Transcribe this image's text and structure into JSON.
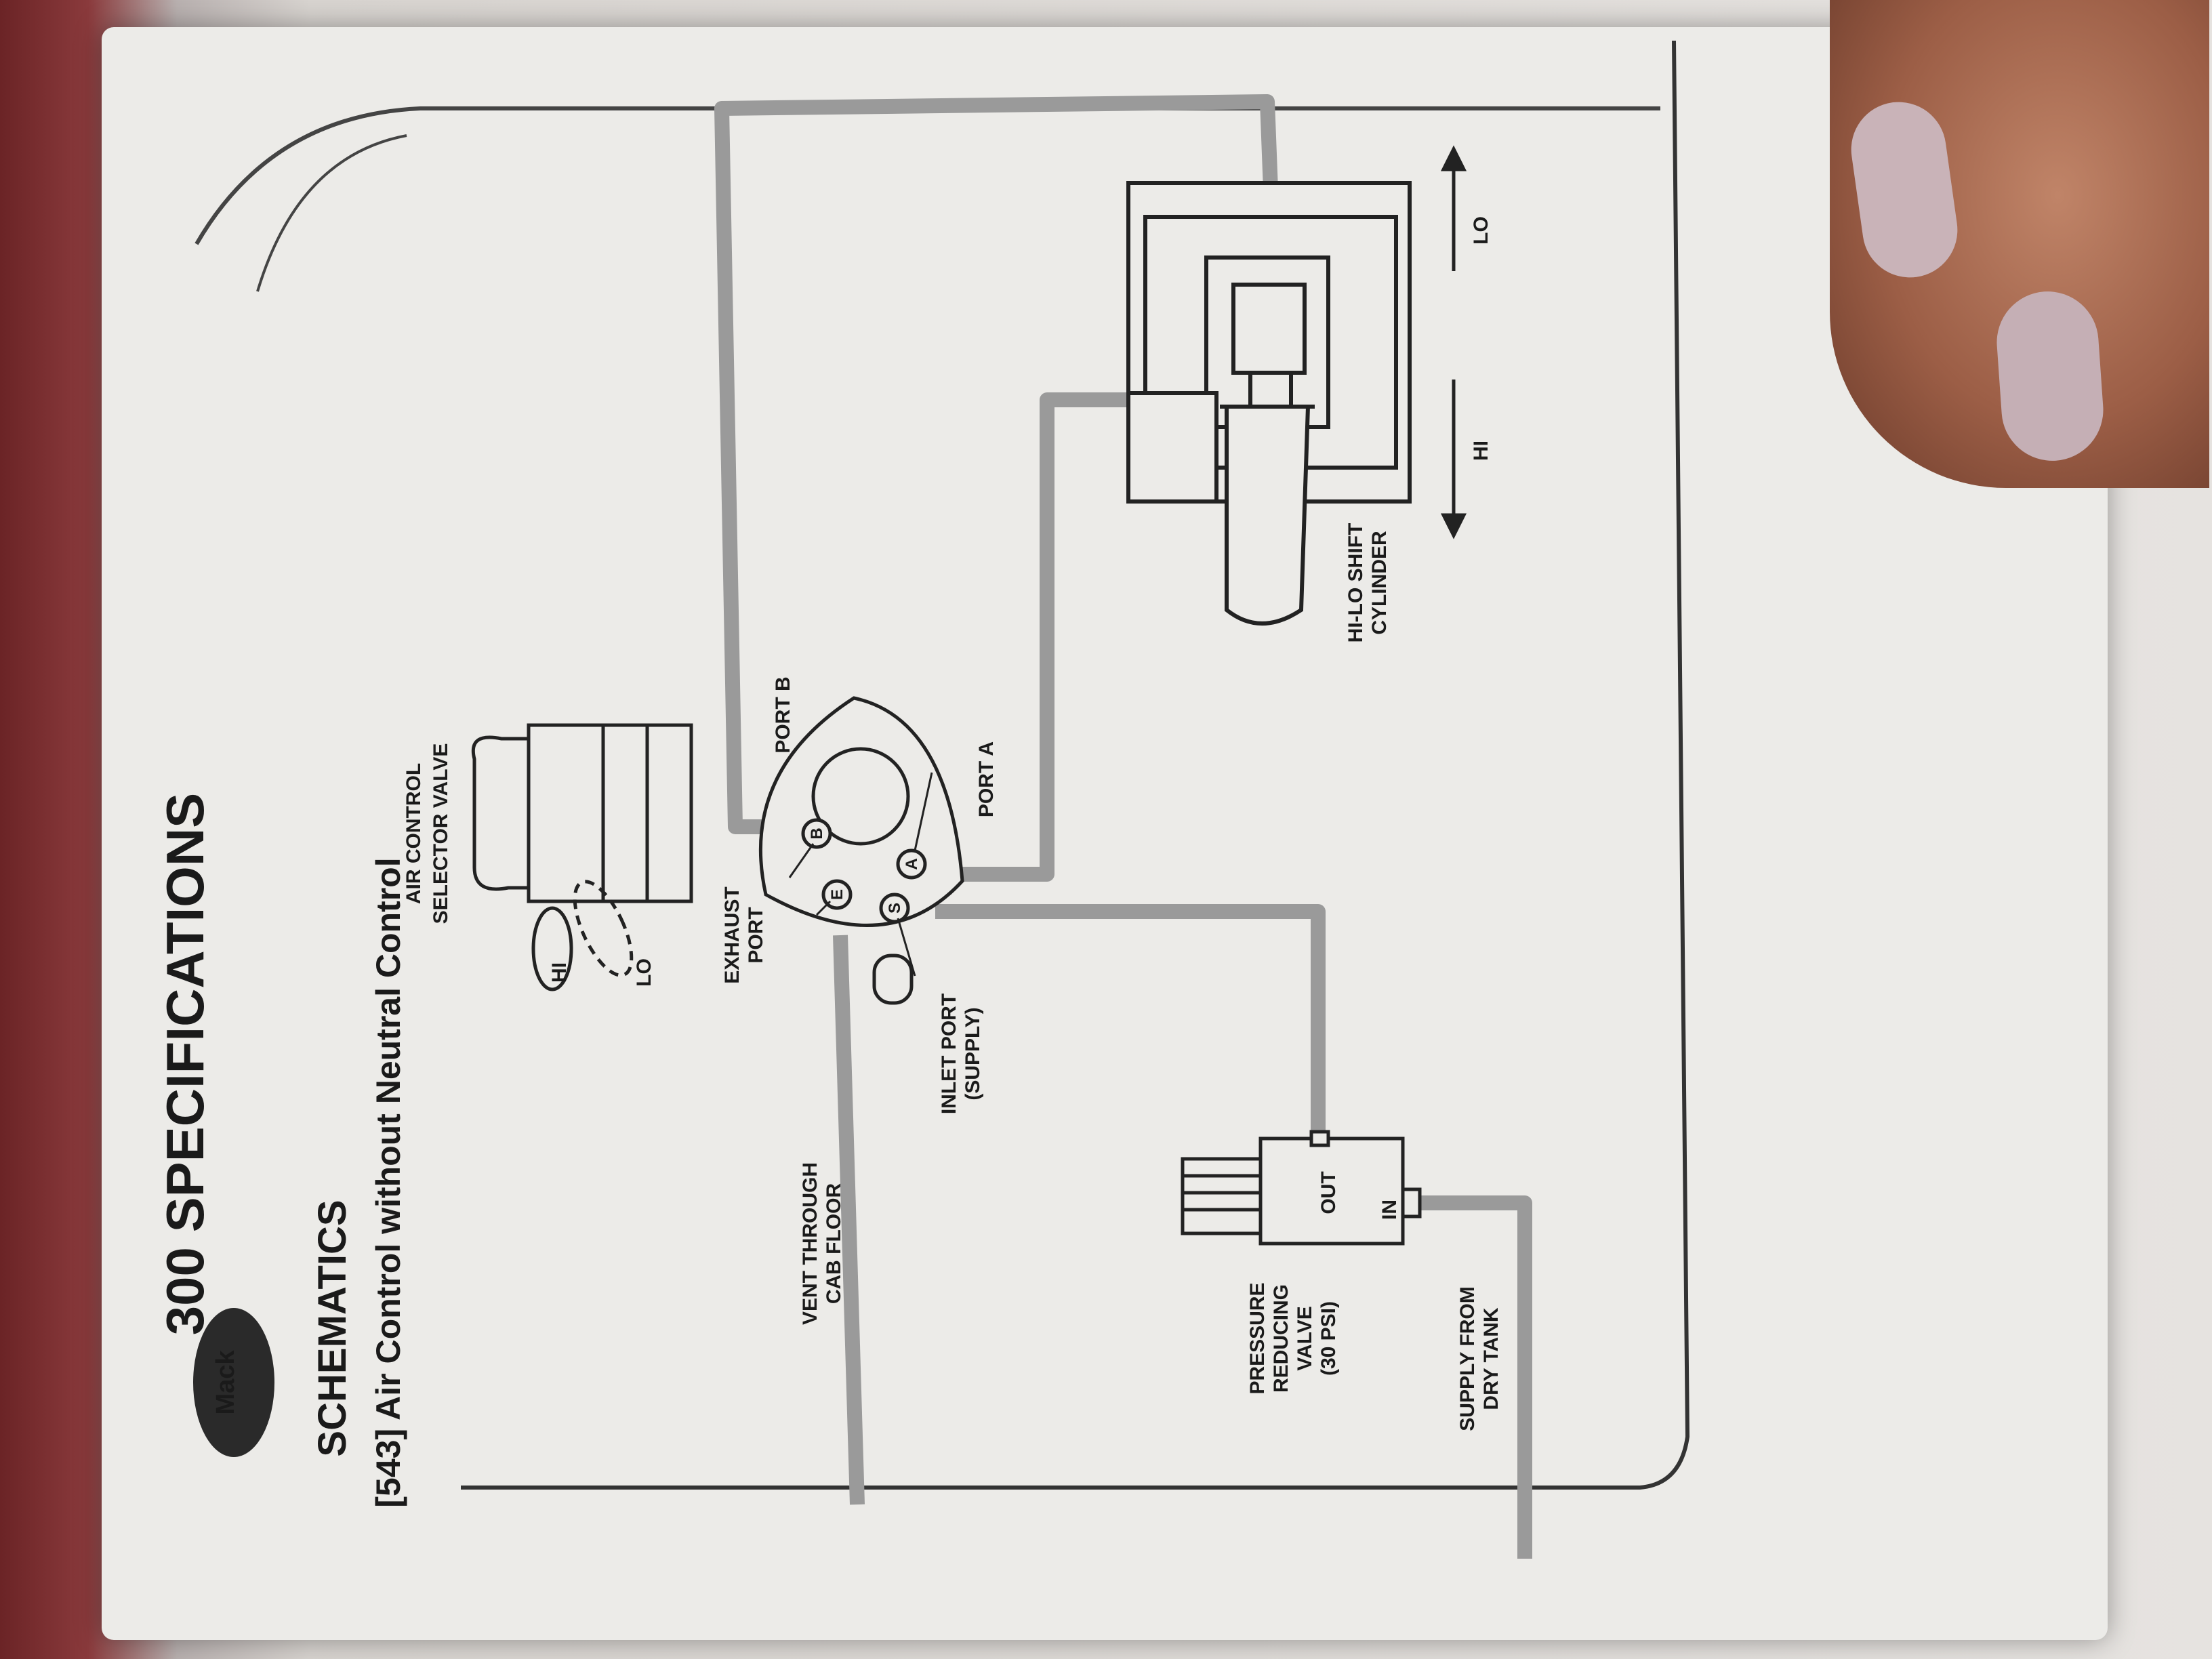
{
  "header": {
    "section": "300 SPECIFICATIONS",
    "category": "SCHEMATICS",
    "title": "[543] Air Control without Neutral Control",
    "logo_text": "Mack"
  },
  "labels": {
    "selector_valve_1": "AIR CONTROL",
    "selector_valve_2": "SELECTOR VALVE",
    "hi": "HI",
    "lo": "LO",
    "port_b": "PORT B",
    "port_a": "PORT A",
    "exhaust_1": "EXHAUST",
    "exhaust_2": "PORT",
    "inlet_1": "INLET PORT",
    "inlet_2": "(SUPPLY)",
    "vent_1": "VENT THROUGH",
    "vent_2": "CAB FLOOR",
    "prv_1": "PRESSURE",
    "prv_2": "REDUCING",
    "prv_3": "VALVE",
    "prv_4": "(30 PSI)",
    "out": "OUT",
    "in": "IN",
    "supply_1": "SUPPLY FROM",
    "supply_2": "DRY TANK",
    "cyl_1": "HI-LO SHIFT",
    "cyl_2": "CYLINDER",
    "arrow_hi": "HI",
    "arrow_lo": "LO",
    "port_letter_b": "B",
    "port_letter_a": "A",
    "port_letter_e": "E",
    "port_letter_s": "S"
  },
  "colors": {
    "line": "#9a9a9a",
    "ink": "#1a1a1a",
    "paper": "#ecebe8"
  }
}
